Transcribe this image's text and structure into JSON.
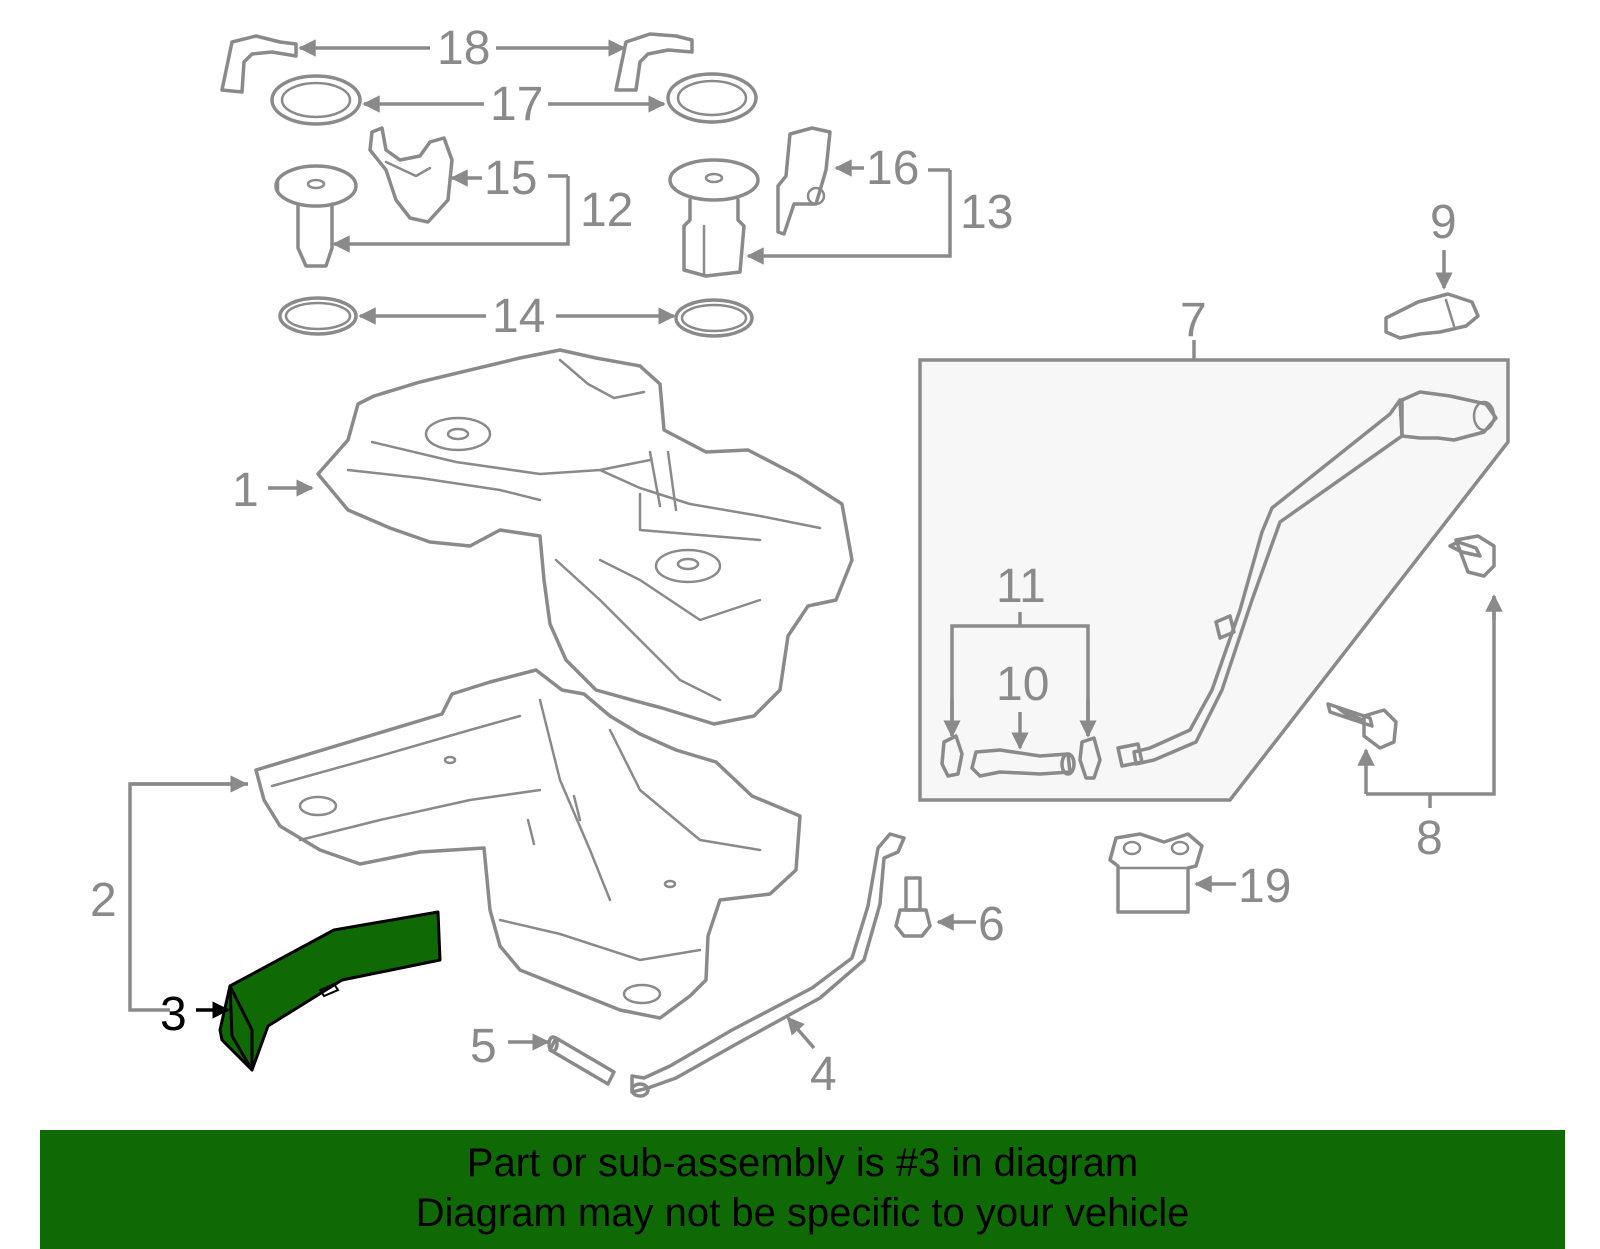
{
  "diagram": {
    "highlight_color": "#0f6a05",
    "line_color": "#8a8a8a",
    "highlighted_part": "3",
    "labels": {
      "p1": "1",
      "p2": "2",
      "p3": "3",
      "p4": "4",
      "p5": "5",
      "p6": "6",
      "p7": "7",
      "p8": "8",
      "p9": "9",
      "p10": "10",
      "p11": "11",
      "p12": "12",
      "p13": "13",
      "p14": "14",
      "p15": "15",
      "p16": "16",
      "p17": "17",
      "p18": "18",
      "p19": "19"
    }
  },
  "banner": {
    "line1": "Part or sub-assembly is #3 in diagram",
    "line2": "Diagram may not be specific to your vehicle"
  }
}
